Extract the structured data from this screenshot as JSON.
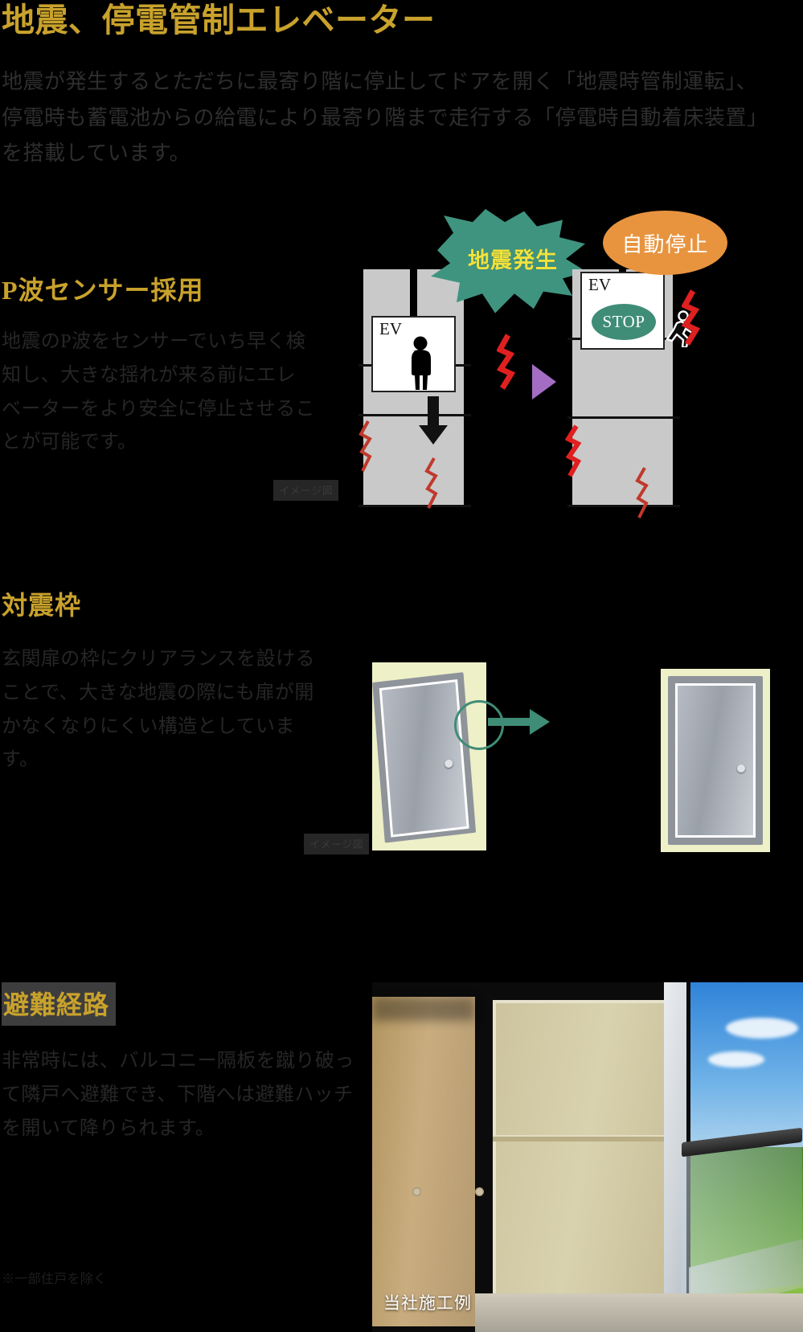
{
  "page": {
    "title": "地震、停電管制エレベーター",
    "intro": "地震が発生するとただちに最寄り階に停止してドアを開く「地震時管制運転」、停電時も蓄電池からの給電により最寄り階まで走行する「停電時自動着床装置」を搭載しています。",
    "background_color": "#000000",
    "accent_color": "#c9a22c",
    "body_text_color": "#2e2e2e"
  },
  "sections": [
    {
      "id": "p-wave-sensor",
      "heading": "P波センサー採用",
      "body": "地震のP波をセンサーでいち早く検知し、大きな揺れが来る前にエレベーターをより安全に停止させることが可能です。",
      "caption": "イメージ図"
    },
    {
      "id": "quake-resistant-frame",
      "heading": "対震枠",
      "body": "玄関扉の枠にクリアランスを設けることで、大きな地震の際にも扉が開かなくなりにくい構造としています。",
      "caption": "イメージ図"
    },
    {
      "id": "evacuation-route",
      "heading": "避難経路",
      "body": "非常時には、バルコニー隔板を蹴り破って隣戸へ避難でき、下階へは避難ハッチを開いて降りられます。",
      "note": "※一部住戸を除く"
    }
  ],
  "elevator_figure": {
    "left_panel": {
      "burst_label": "地震発生",
      "burst_color": "#3f9480",
      "burst_text_color": "#f2e23c",
      "car_label": "EV",
      "shock_color": "#e02020"
    },
    "right_panel": {
      "bubble_label": "自動停止",
      "bubble_color": "#e8943f",
      "bubble_text_color": "#ffffff",
      "car_label": "EV",
      "stop_label": "STOP",
      "stop_color": "#3f8d76",
      "arrow_color": "#a36dc4"
    }
  },
  "door_figure": {
    "deformed": {
      "highlight_color": "#3f8d76",
      "arrow_color": "#3f8d76"
    },
    "normal": {}
  },
  "photo": {
    "caption": "当社施工例"
  }
}
